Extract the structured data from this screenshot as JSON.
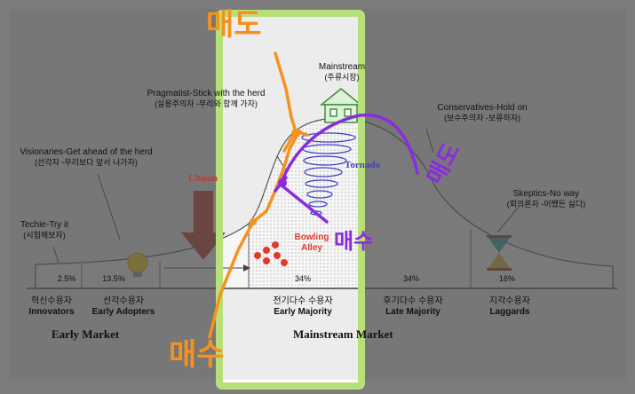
{
  "colors": {
    "dim_overlay": "#4a4a4a",
    "highlight_border": "#b8e07a",
    "chasm": "#c0392b",
    "tornado": "#4040c0",
    "bowling_red": "#e03a2a",
    "annotation_orange": "#f5921e",
    "annotation_purple": "#8a2be2",
    "bulb": "#f7d21c",
    "house": "#3b8f3b"
  },
  "segments": [
    {
      "percent": "2.5%",
      "korean": "혁신수용자",
      "english": "Innovators"
    },
    {
      "percent": "13.5%",
      "korean": "선각수용자",
      "english": "Early Adopters"
    },
    {
      "percent": "34%",
      "korean": "전기다수 수용자",
      "english": "Early Majority"
    },
    {
      "percent": "34%",
      "korean": "후기다수 수용자",
      "english": "Late Majority"
    },
    {
      "percent": "16%",
      "korean": "지각수용자",
      "english": "Laggards"
    }
  ],
  "callouts": {
    "techie": {
      "en": "Techie-Try it",
      "ko": "(시험해보자)"
    },
    "visionaries": {
      "en": "Visionaries-Get ahead of the herd",
      "ko": "(선각자 -무리보다 앞서 나가자)"
    },
    "pragmatist": {
      "en": "Pragmatist-Stick with the herd",
      "ko": "(실용주의자 -무리와 함께 가자)"
    },
    "mainstream": {
      "en": "Mainstream",
      "ko": "(주류시장)"
    },
    "conservatives": {
      "en": "Conservatives-Hold on",
      "ko": "(보수주의자 -보류하자)"
    },
    "skeptics": {
      "en": "Skeptics-No way",
      "ko": "(회의론자 -어쨌든 싫다)"
    }
  },
  "concepts": {
    "chasm": "Chasm",
    "tornado": "Tornado",
    "bowling_line1": "Bowling",
    "bowling_line2": "Alley"
  },
  "markets": {
    "early": "Early Market",
    "mainstream": "Mainstream Market"
  },
  "handwriting": {
    "top": "매도",
    "right_purple": "매도",
    "middle_purple": "매수",
    "bottom_orange": "매수"
  }
}
